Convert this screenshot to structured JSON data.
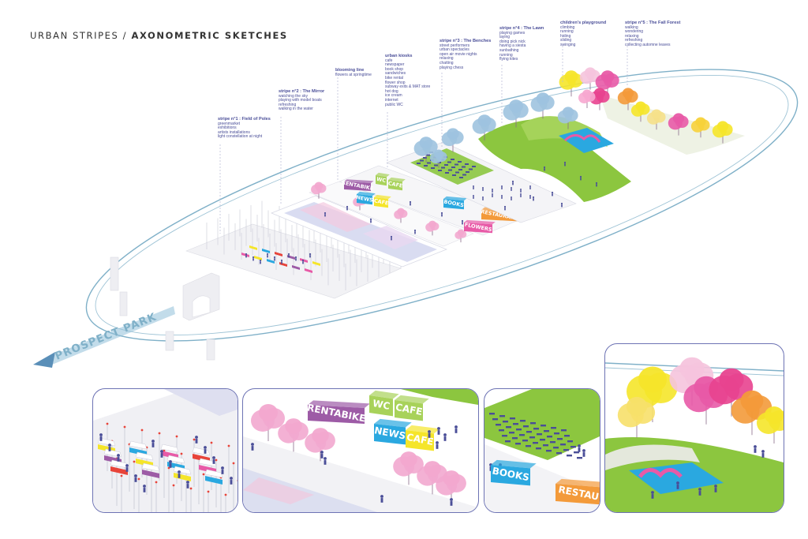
{
  "header": {
    "title_light": "URBAN STRIPES /",
    "title_bold": "AXONOMETRIC SKETCHES"
  },
  "park_label": "PROSPECT PARK",
  "stripes": [
    {
      "heading": "stripe n°1 : Field of Poles",
      "items": [
        "greenmarket",
        "exhibitions",
        "artists installations",
        "light constellation at night"
      ]
    },
    {
      "heading": "stripe n°2 : The Mirror",
      "items": [
        "watching the sky",
        "playing with model boats",
        "refreshing",
        "walking in the water"
      ]
    },
    {
      "heading": "blooming line",
      "items": [
        "flowers at springtime"
      ]
    },
    {
      "heading": "urban kiosks",
      "items": [
        "cafe",
        "newspaper",
        "book shop",
        "sandwiches",
        "bike rental",
        "flower shop",
        "subway exits & MAT store",
        "hot dog",
        "ice cream",
        "internet",
        "public WC"
      ]
    },
    {
      "heading": "stripe n°3 : The Benches",
      "items": [
        "street performers",
        "urban spectacles",
        "open air movie nights",
        "relaxing",
        "chatting",
        "playing chess"
      ]
    },
    {
      "heading": "stripe n°4 : The Lawn",
      "items": [
        "playing games",
        "laying",
        "doing pick nick",
        "having a siesta",
        "sunbathing",
        "running",
        "flying kites"
      ]
    },
    {
      "heading": "children's playground",
      "items": [
        "climbing",
        "running",
        "hiding",
        "sliding",
        "swinging"
      ]
    },
    {
      "heading": "stripe n°5 : The Fall Forest",
      "items": [
        "walking",
        "wondering",
        "relaxing",
        "refreshing",
        "collecting automne leaves"
      ]
    }
  ],
  "kiosks": [
    "RENTABIKE",
    "WC",
    "CAFE",
    "NEWS",
    "CAFE",
    "BOOKS",
    "RESTAURANT",
    "FLOWERS"
  ],
  "detail_kiosks": {
    "panel2": [
      "RENTABIKE",
      "WC",
      "CAFE",
      "NEWS",
      "CAFE"
    ],
    "panel3": [
      "BOOKS",
      "RESTAU"
    ]
  },
  "colors": {
    "accent": "#4a4e98",
    "ring": "#7fb0c8",
    "lawn": "#8cc63f",
    "blossom": "#f2a8cf",
    "kiosk_purple": "#9d5ba6",
    "kiosk_blue": "#2aa8e0",
    "kiosk_yellow": "#f5e52a",
    "kiosk_orange": "#f39a3a",
    "kiosk_pink": "#e85aa7",
    "kiosk_green": "#a8d25a"
  }
}
